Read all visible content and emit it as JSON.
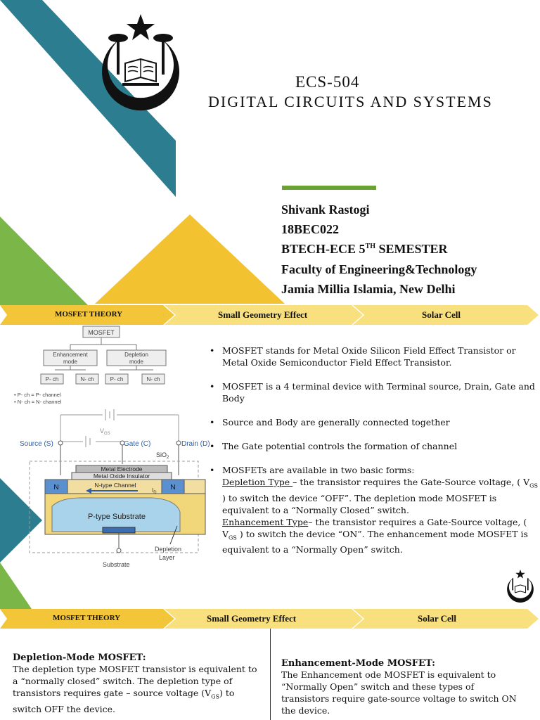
{
  "title_slide": {
    "course_code": "ECS-504",
    "course_title": "DIGITAL CIRCUITS AND SYSTEMS",
    "author_name": "Shivank Rastogi",
    "roll_no": "18BEC022",
    "program_prefix": "BTECH-ECE 5",
    "program_sup": "TH",
    "program_suffix": " SEMESTER",
    "faculty": "Faculty of Engineering&Technology",
    "university": "Jamia Millia Islamia, New Delhi"
  },
  "nav": {
    "tab1": "MOSFET THEORY",
    "tab2": "Small Geometry Effect",
    "tab3": "Solar Cell"
  },
  "tree": {
    "root": "MOSFET",
    "enh": [
      "Enhancement",
      "mode"
    ],
    "dep": [
      "Depletion",
      "mode"
    ],
    "leaves": [
      "P- ch",
      "N- ch",
      "P- ch",
      "N- ch"
    ],
    "legend1": "• P- ch = P- channel",
    "legend2": "• N- ch = N- channel"
  },
  "device": {
    "source": "Source (S)",
    "gate": "Gate (C)",
    "drain": "Drain (D)",
    "vgs": "V",
    "vgs_sub": "GS",
    "sio2": "SiO",
    "sio2_sub": "2",
    "metal_electrode": "Metal Electrode",
    "oxide": "Metal Oxide Insulator",
    "channel": "N-type Channel",
    "n_left": "N",
    "n_right": "N",
    "id": "I",
    "id_sub": "D",
    "substrate_region": "P-type Substrate",
    "substrate": "Substrate",
    "depletion1": "Depletion",
    "depletion2": "Layer"
  },
  "bullets": {
    "b1": "MOSFET stands for Metal Oxide Silicon Field Effect Transistor or Metal Oxide Semiconductor Field Effect Transistor.",
    "b2": " MOSFET is a 4 terminal device with Terminal source, Drain, Gate and Body",
    "b3": "Source and Body are generally connected together",
    "b4": "The Gate potential controls the formation of channel",
    "b5": " MOSFETs are available in two basic forms:",
    "dep_label": "Depletion Type  ",
    "dep_text_a": " –   the transistor requires the Gate-Source voltage, ( V",
    "dep_sub": "GS",
    "dep_text_b": " ) to switch the device “OFF”. The depletion mode MOSFET is equivalent to a “Normally Closed” switch.",
    "enh_label": "Enhancement Type",
    "enh_text_a": "–   the transistor requires a Gate-Source voltage, ( V",
    "enh_sub": "GS",
    "enh_text_b": " ) to switch the device “ON”. The enhancement mode MOSFET is equivalent to a “Normally Open” switch."
  },
  "depletion_section": {
    "title": "Depletion-Mode MOSFET:",
    "text_a": "The depletion type MOSFET transistor is equivalent to a “normally closed” switch. The depletion type of transistors requires gate – source voltage (V",
    "sub": "GS",
    "text_b": ") to switch OFF the device."
  },
  "enhancement_section": {
    "title": "Enhancement-Mode MOSFET:",
    "text": "The Enhancement ode MOSFET is equivalent to “Normally Open” switch and these types of transistors require gate-source voltage to switch ON the device."
  },
  "colors": {
    "teal": "#2b7d8f",
    "green": "#7ab648",
    "yellow": "#f2c230",
    "ribbon_dark": "#f3c63a",
    "ribbon_light": "#f8e07e",
    "rule_green": "#6aa334"
  },
  "icons": [
    "university-emblem",
    "small-university-emblem"
  ]
}
